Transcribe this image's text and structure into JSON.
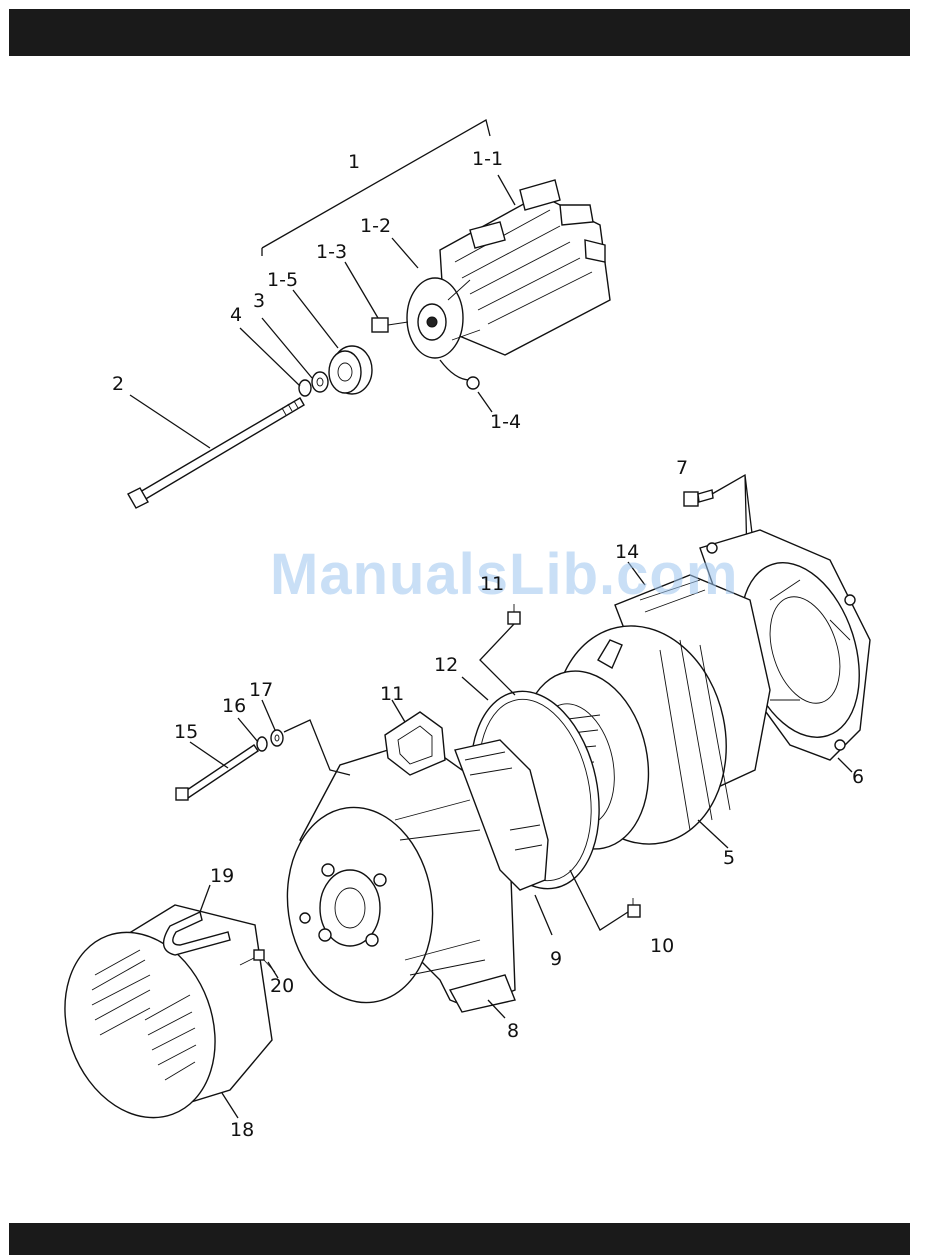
{
  "watermark": "ManualsLib.com",
  "callouts": [
    {
      "id": "1",
      "text": "1"
    },
    {
      "id": "1-1",
      "text": "1-1"
    },
    {
      "id": "1-2",
      "text": "1-2"
    },
    {
      "id": "1-3",
      "text": "1-3"
    },
    {
      "id": "1-4",
      "text": "1-4"
    },
    {
      "id": "1-5",
      "text": "1-5"
    },
    {
      "id": "2",
      "text": "2"
    },
    {
      "id": "3",
      "text": "3"
    },
    {
      "id": "4",
      "text": "4"
    },
    {
      "id": "5",
      "text": "5"
    },
    {
      "id": "6",
      "text": "6"
    },
    {
      "id": "7",
      "text": "7"
    },
    {
      "id": "8",
      "text": "8"
    },
    {
      "id": "9",
      "text": "9"
    },
    {
      "id": "10",
      "text": "10"
    },
    {
      "id": "11a",
      "text": "11"
    },
    {
      "id": "11b",
      "text": "11"
    },
    {
      "id": "12",
      "text": "12"
    },
    {
      "id": "14",
      "text": "14"
    },
    {
      "id": "15",
      "text": "15"
    },
    {
      "id": "16",
      "text": "16"
    },
    {
      "id": "17",
      "text": "17"
    },
    {
      "id": "18",
      "text": "18"
    },
    {
      "id": "19",
      "text": "19"
    },
    {
      "id": "20",
      "text": "20"
    }
  ]
}
